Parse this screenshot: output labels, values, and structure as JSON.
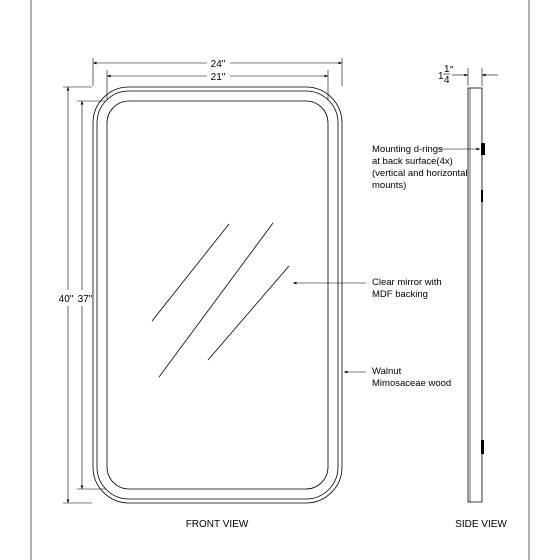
{
  "front_view": {
    "label": "FRONT VIEW",
    "dim_outer_width": "24\"",
    "dim_inner_width": "21\"",
    "dim_outer_height": "40\"",
    "dim_inner_height": "37\""
  },
  "side_view": {
    "label": "SIDE VIEW",
    "depth_whole": "1",
    "depth_num": "1",
    "depth_den": "4",
    "depth_unit": "\""
  },
  "callouts": {
    "mounting": [
      "Mounting d-rings",
      "at back surface(4x)",
      "(vertical and horizontal",
      "mounts)"
    ],
    "mirror": [
      "Clear mirror with",
      "MDF backing"
    ],
    "frame": [
      "Walnut",
      "Mimosaceae wood"
    ]
  }
}
